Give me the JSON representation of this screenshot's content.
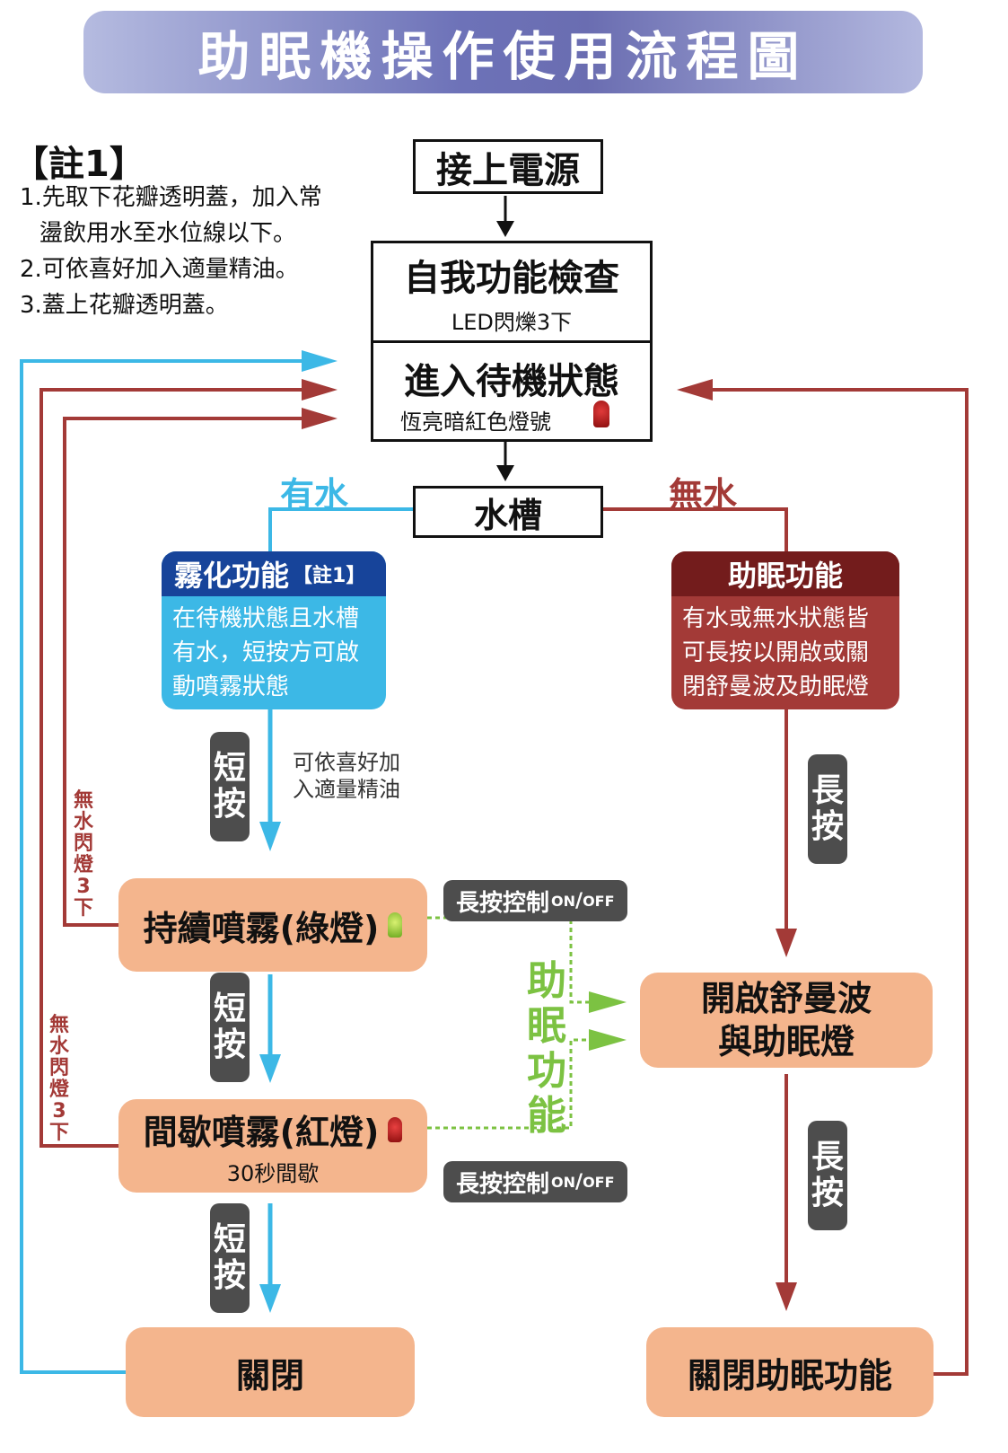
{
  "title": "助眠機操作使用流程圖",
  "note": {
    "heading": "【註1】",
    "lines": [
      "1.先取下花瓣透明蓋，加入常",
      "盪飲用水至水位線以下。",
      "2.可依喜好加入適量精油。",
      "3.蓋上花瓣透明蓋。"
    ]
  },
  "nodes": {
    "power": "接上電源",
    "selfcheck": {
      "title": "自我功能檢查",
      "sub": "LED閃爍3下"
    },
    "standby": {
      "title": "進入待機狀態",
      "sub": "恆亮暗紅色燈號"
    },
    "tank": "水槽",
    "mist_func": {
      "title": "霧化功能",
      "note_ref": "【註1】",
      "body": [
        "在待機狀態且水槽",
        "有水，短按方可啟",
        "動噴霧狀態"
      ]
    },
    "sleep_func": {
      "title": "助眠功能",
      "body": [
        "有水或無水狀態皆",
        "可長按以開啟或關",
        "閉舒曼波及助眠燈"
      ]
    },
    "continuous": "持續噴霧(綠燈)",
    "intermittent": {
      "title": "間歇噴霧(紅燈)",
      "sub": "30秒間歇"
    },
    "off": "關閉",
    "open_sleep": [
      "開啟舒曼波",
      "與助眠燈"
    ],
    "close_sleep": "關閉助眠功能"
  },
  "branch_labels": {
    "has_water": "有水",
    "no_water": "無水"
  },
  "tags": {
    "short_press": [
      "短",
      "按"
    ],
    "long_press": [
      "長",
      "按"
    ],
    "long_press_control": "長按控制",
    "on": "ON",
    "off": "OFF"
  },
  "annotations": {
    "add_oil": [
      "可依喜好加",
      "入適量精油"
    ],
    "no_water_blink": "無水閃燈3下",
    "sleep_function_vertical": "助眠功能"
  },
  "colors": {
    "title_banner": "#6a6db1",
    "blue": "#3cb8e6",
    "red": "#a33a37",
    "green_dashed": "#7cc242",
    "peach": "#f4b58d",
    "dark_tag": "#4d4d4d",
    "mist_header": "#17449a",
    "sleep_header": "#731c1c"
  }
}
